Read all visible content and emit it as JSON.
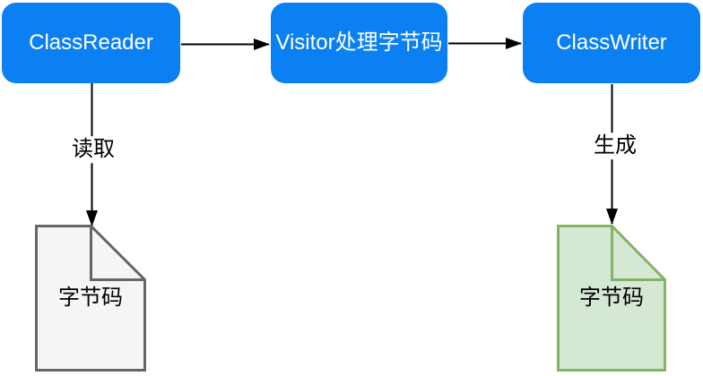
{
  "nodes": {
    "class_reader": {
      "label": "ClassReader"
    },
    "visitor": {
      "label": "Visitor处理字节码"
    },
    "class_writer": {
      "label": "ClassWriter"
    }
  },
  "edge_labels": {
    "read": "读取",
    "generate": "生成"
  },
  "notes": {
    "input_bytecode": {
      "label": "字节码"
    },
    "output_bytecode": {
      "label": "字节码"
    }
  },
  "colors": {
    "node_fill": "#0b80f2",
    "node_text": "#ffffff",
    "edge_stroke": "#000000",
    "note_input_fill": "#f5f5f5",
    "note_input_stroke": "#666666",
    "note_output_fill": "#d5e8d4",
    "note_output_stroke": "#82b366",
    "canvas_background": "#ffffff"
  }
}
